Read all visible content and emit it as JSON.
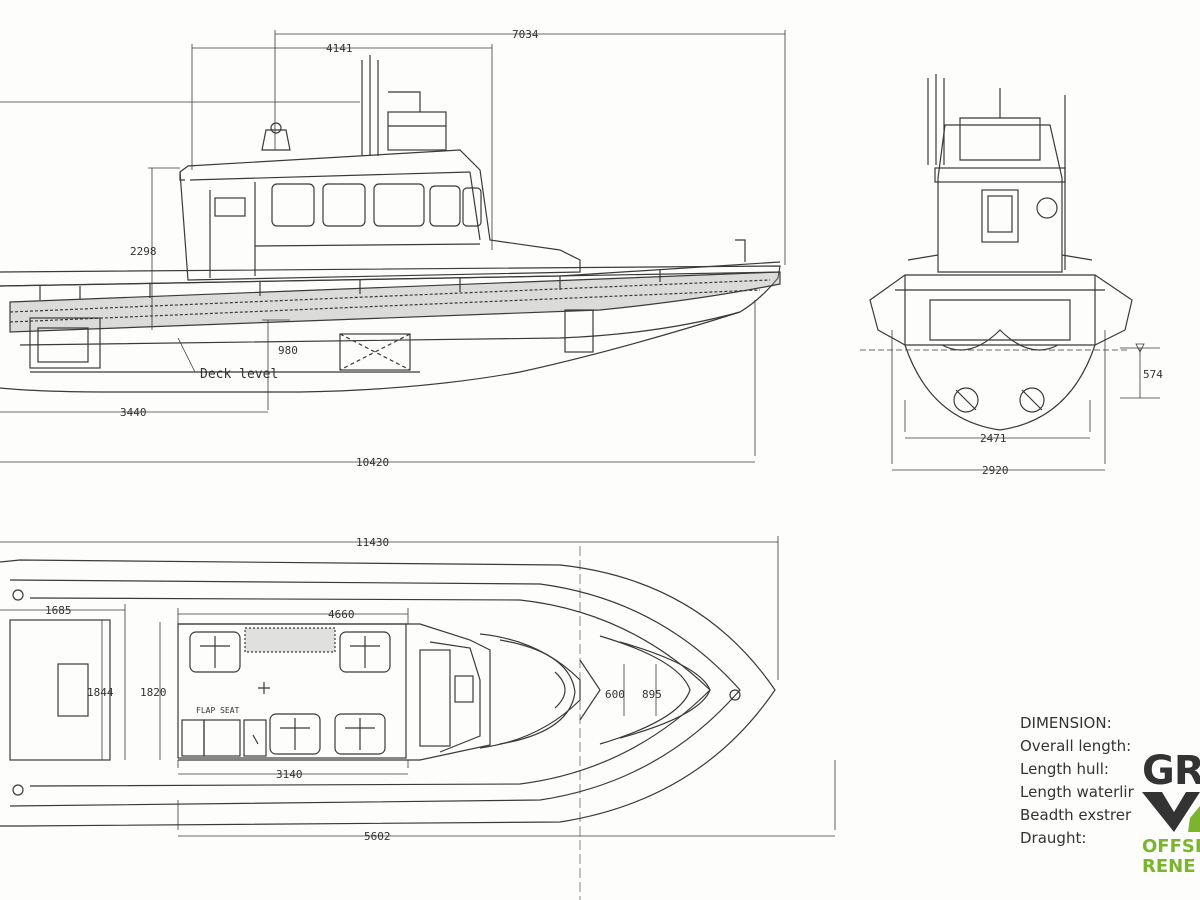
{
  "dimensions": {
    "side": {
      "d7034": "7034",
      "d4141": "4141",
      "d2298": "2298",
      "d980": "980",
      "d3440": "3440",
      "d10420": "10420"
    },
    "front": {
      "d574": "574",
      "d2471": "2471",
      "d2920": "2920"
    },
    "plan": {
      "d11430": "11430",
      "d1685": "1685",
      "d4660": "4660",
      "d1844": "1844",
      "d1820": "1820",
      "d600": "600",
      "d895": "895",
      "d3140": "3140",
      "d5602": "5602"
    }
  },
  "labels": {
    "deck_level": "Deck level",
    "flap_seat": "FLAP SEAT"
  },
  "spec": {
    "heading": "DIMENSION:",
    "overall_length": "Overall length:",
    "length_hull": "Length hull:",
    "length_waterline": "Length waterlir",
    "beadth": "Beadth exstrer",
    "draught": "Draught:"
  },
  "logo": {
    "letters": "GR",
    "line1": "OFFSI",
    "line2": "RENE"
  },
  "colors": {
    "line": "#3a3a3a",
    "logo_green": "#7bb52d",
    "logo_dark": "#333333",
    "background": "#fdfdfc"
  }
}
